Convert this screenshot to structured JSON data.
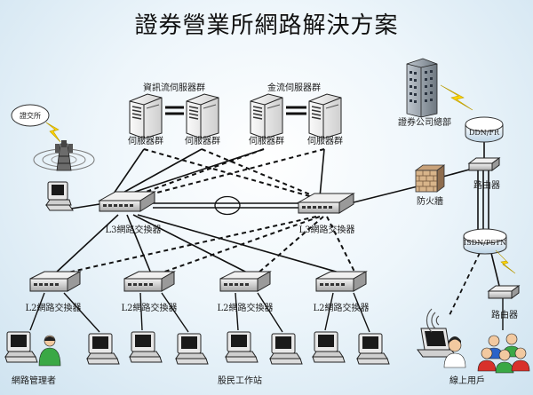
{
  "title": "證券營業所網路解決方案",
  "groups": {
    "info_flow": "資訊流伺服器群",
    "cash_flow": "金流伺服器群"
  },
  "labels": {
    "server_group": "伺服器群",
    "exchange": "證交所",
    "l3_switch": "L3網路交換器",
    "l2_switch": "L2網路交換器",
    "firewall": "防火牆",
    "hq": "證券公司總部",
    "ddn": "DDN/FR",
    "router": "路由器",
    "isdn": "ISDN/PSTN",
    "net_admin": "網路管理者",
    "workstation": "股民工作站",
    "online_user": "線上用戶"
  },
  "colors": {
    "line": "#111111",
    "switch_body": "#d9d9d9",
    "server_body": "#f2f2f2",
    "lightning": "#ffd400",
    "person_green": "#3aa845",
    "person_red": "#d8312b",
    "person_blue": "#2a63c9"
  },
  "icons": {
    "server": "server-icon",
    "switch": "switch-icon",
    "router": "router-icon",
    "firewall": "firewall-icon",
    "building": "building-icon",
    "tower": "antenna-tower-icon",
    "computer": "computer-icon",
    "laptop": "laptop-icon",
    "people": "people-icon",
    "lightning": "lightning-icon",
    "cylinder": "cylinder-icon"
  }
}
